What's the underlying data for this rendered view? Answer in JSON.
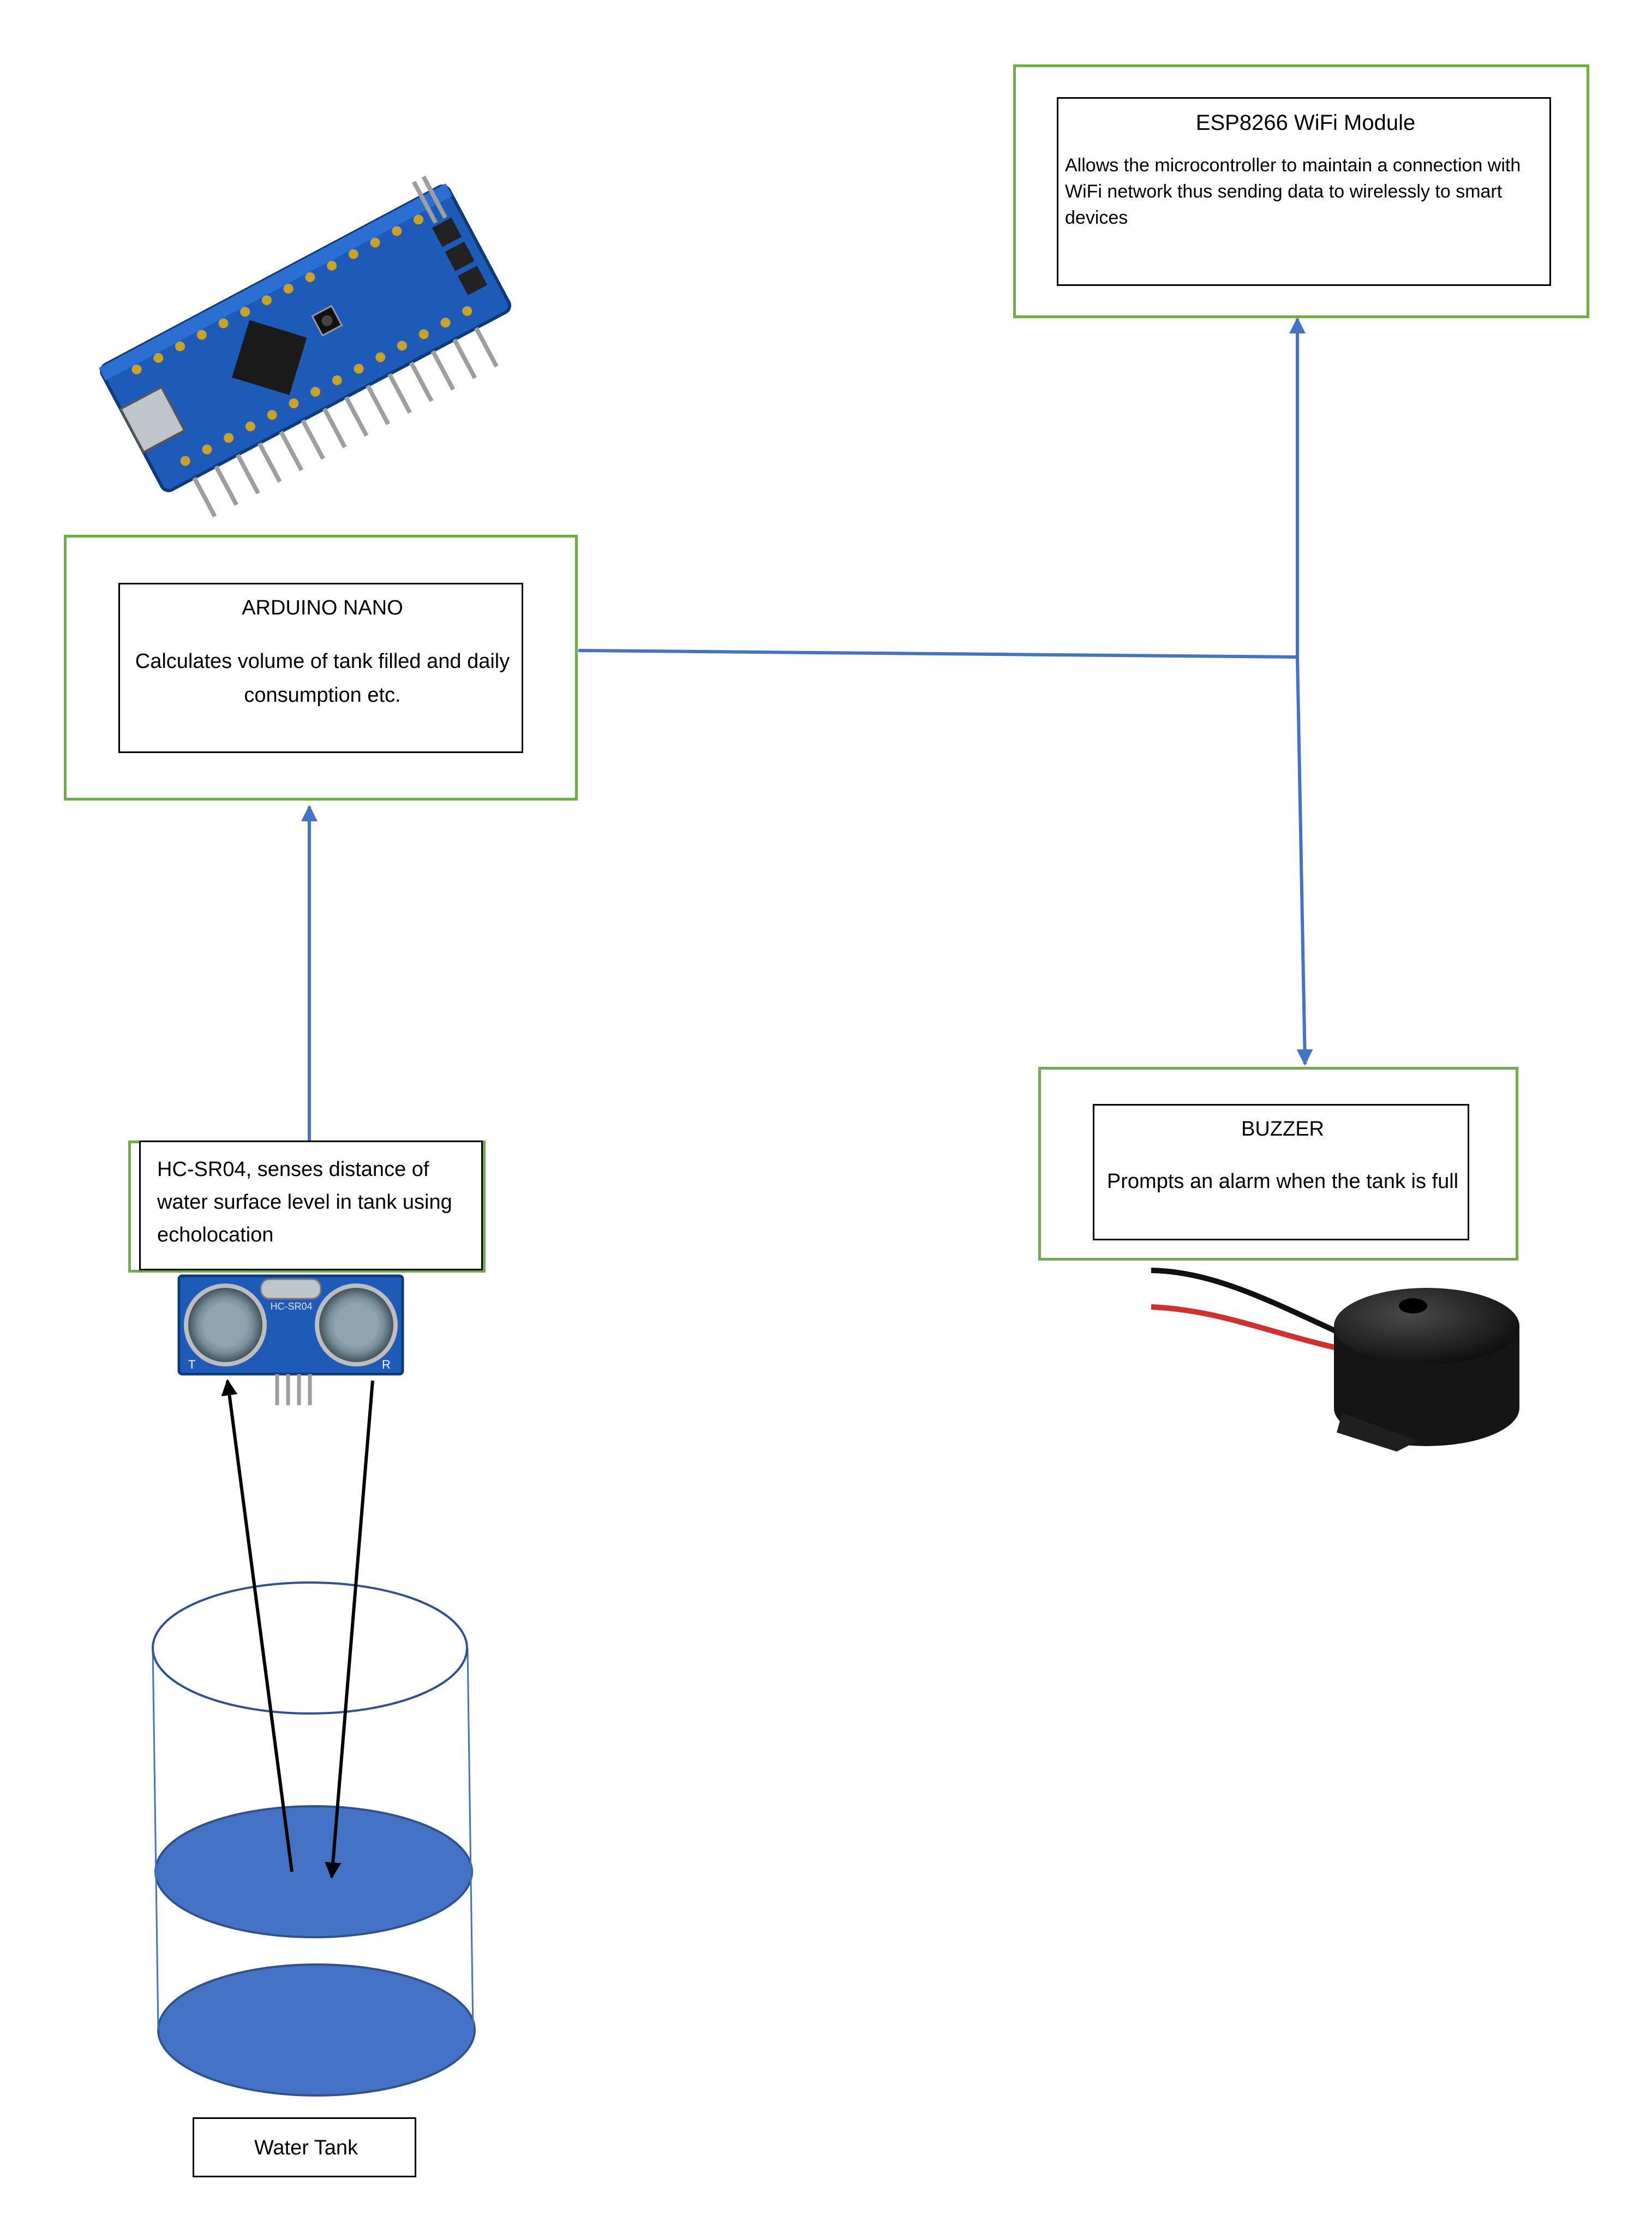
{
  "colors": {
    "group_border": "#70ad47",
    "connector": "#4472c4",
    "water": "#4472c4",
    "signal_arrow": "#000000"
  },
  "esp": {
    "title": "ESP8266 WiFi Module",
    "description": "Allows the microcontroller to maintain a connection with WiFi network thus sending data to wirelessly to smart devices"
  },
  "arduino": {
    "title": "ARDUINO NANO",
    "description": "Calculates volume of tank filled and daily consumption etc."
  },
  "sensor": {
    "description": "HC-SR04, senses distance of water surface level in tank using echolocation",
    "board_label": "HC-SR04",
    "pin_t": "T",
    "pin_r": "R"
  },
  "buzzer": {
    "title": "BUZZER",
    "description": "Prompts an alarm when the tank is full"
  },
  "tank": {
    "label": "Water Tank"
  },
  "images": {
    "arduino_board": "arduino-nano-board-photo",
    "ultrasonic_sensor": "hc-sr04-sensor-photo",
    "buzzer": "piezo-buzzer-photo"
  }
}
